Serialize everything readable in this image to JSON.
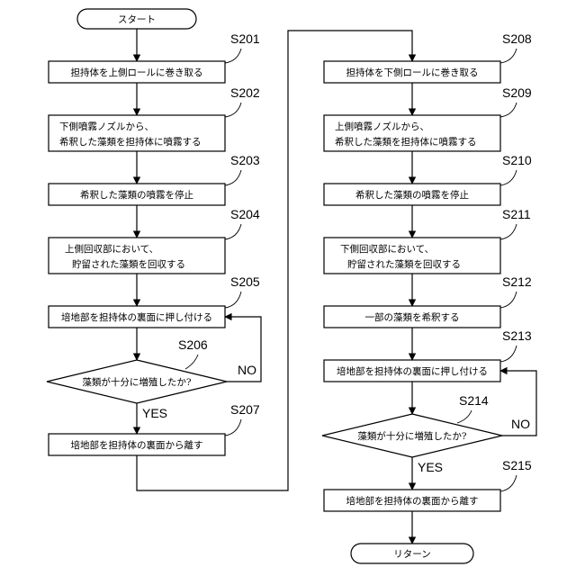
{
  "terminals": {
    "start": "スタート",
    "end": "リターン"
  },
  "steps": {
    "s201": {
      "id": "S201",
      "text": "担持体を上側ロールに巻き取る"
    },
    "s202": {
      "id": "S202",
      "line1": "下側噴霧ノズルから、",
      "line2": "希釈した藻類を担持体に噴霧する"
    },
    "s203": {
      "id": "S203",
      "text": "希釈した藻類の噴霧を停止"
    },
    "s204": {
      "id": "S204",
      "line1": "上側回収部において、",
      "line2": "貯留された藻類を回収する"
    },
    "s205": {
      "id": "S205",
      "text": "培地部を担持体の裏面に押し付ける"
    },
    "s206": {
      "id": "S206",
      "text": "藻類が十分に増殖したか?"
    },
    "s207": {
      "id": "S207",
      "text": "培地部を担持体の裏面から離す"
    },
    "s208": {
      "id": "S208",
      "text": "担持体を下側ロールに巻き取る"
    },
    "s209": {
      "id": "S209",
      "line1": "上側噴霧ノズルから、",
      "line2": "希釈した藻類を担持体に噴霧する"
    },
    "s210": {
      "id": "S210",
      "text": "希釈した藻類の噴霧を停止"
    },
    "s211": {
      "id": "S211",
      "line1": "下側回収部において、",
      "line2": "貯留された藻類を回収する"
    },
    "s212": {
      "id": "S212",
      "text": "一部の藻類を希釈する"
    },
    "s213": {
      "id": "S213",
      "text": "培地部を担持体の裏面に押し付ける"
    },
    "s214": {
      "id": "S214",
      "text": "藻類が十分に増殖したか?"
    },
    "s215": {
      "id": "S215",
      "text": "培地部を担持体の裏面から離す"
    }
  },
  "branch_labels": {
    "yes": "YES",
    "no": "NO"
  }
}
